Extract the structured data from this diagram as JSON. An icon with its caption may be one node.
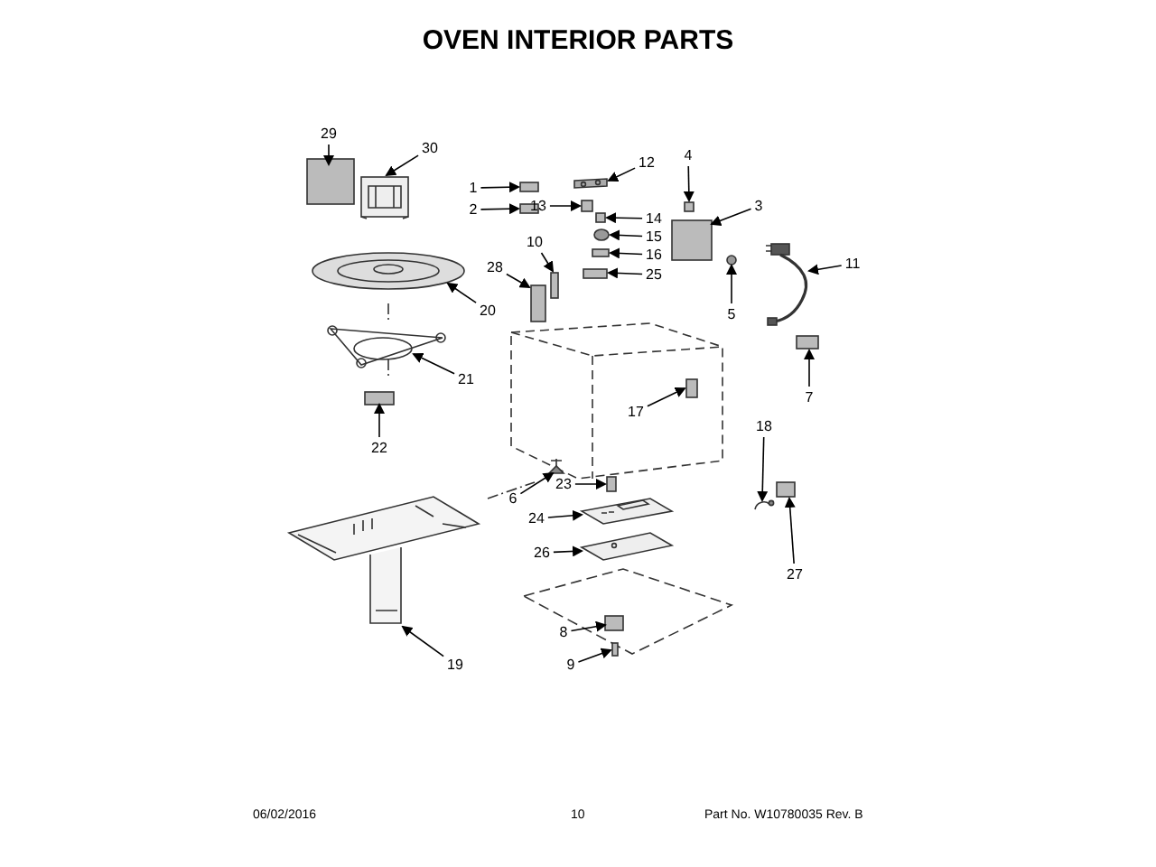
{
  "diagram": {
    "title": "OVEN INTERIOR PARTS",
    "nodes": [
      {
        "text": [
          "1"
        ]
      },
      {
        "text": [
          "2"
        ]
      },
      {
        "text": [
          "3"
        ]
      },
      {
        "text": [
          "4"
        ]
      },
      {
        "text": [
          "5"
        ]
      },
      {
        "text": [
          "6"
        ]
      },
      {
        "text": [
          "7"
        ]
      },
      {
        "text": [
          "8"
        ]
      },
      {
        "text": [
          "9"
        ]
      },
      {
        "text": [
          "10"
        ]
      },
      {
        "text": [
          "11"
        ]
      },
      {
        "text": [
          "12"
        ]
      },
      {
        "text": [
          "13"
        ]
      },
      {
        "text": [
          "14"
        ]
      },
      {
        "text": [
          "15"
        ]
      },
      {
        "text": [
          "16"
        ]
      },
      {
        "text": [
          "17"
        ]
      },
      {
        "text": [
          "18"
        ]
      },
      {
        "text": [
          "19"
        ]
      },
      {
        "text": [
          "20"
        ]
      },
      {
        "text": [
          "21"
        ]
      },
      {
        "text": [
          "22"
        ]
      },
      {
        "text": [
          "23"
        ]
      },
      {
        "text": [
          "24"
        ]
      },
      {
        "text": [
          "25"
        ]
      },
      {
        "text": [
          "26"
        ]
      },
      {
        "text": [
          "27"
        ]
      },
      {
        "text": [
          "28"
        ]
      },
      {
        "text": [
          "29"
        ]
      },
      {
        "text": [
          "30"
        ]
      },
      {
        "text": [],
        "shape": "box"
      },
      {
        "text": [],
        "shape": "box"
      },
      {
        "text": [],
        "shape": "box"
      },
      {
        "text": [],
        "shape": "box"
      },
      {
        "text": [],
        "shape": "circle"
      },
      {
        "text": [],
        "shape": "picture"
      },
      {
        "text": [],
        "shape": "box"
      },
      {
        "text": [],
        "shape": "box"
      },
      {
        "text": [],
        "shape": "box"
      },
      {
        "text": [],
        "shape": "box"
      },
      {
        "text": [],
        "shape": "picture"
      },
      {
        "text": [],
        "shape": "picture"
      },
      {
        "text": [],
        "shape": "box"
      },
      {
        "text": [],
        "shape": "box"
      },
      {
        "text": [],
        "shape": "circle"
      },
      {
        "text": [],
        "shape": "box"
      },
      {
        "text": [],
        "shape": "box"
      },
      {
        "text": [],
        "shape": "picture"
      },
      {
        "text": [],
        "shape": "picture"
      },
      {
        "text": [],
        "shape": "picture"
      },
      {
        "text": [],
        "shape": "picture"
      },
      {
        "text": [],
        "shape": "box"
      },
      {
        "text": [],
        "shape": "box"
      },
      {
        "text": [],
        "shape": "picture"
      },
      {
        "text": [],
        "shape": "box"
      },
      {
        "text": [],
        "shape": "picture"
      },
      {
        "text": [],
        "shape": "box"
      },
      {
        "text": [],
        "shape": "box"
      },
      {
        "text": [],
        "shape": "box"
      },
      {
        "text": [],
        "shape": "picture"
      }
    ],
    "edges": [
      {
        "from": 0,
        "to": 30,
        "arrow": "to"
      },
      {
        "from": 1,
        "to": 31,
        "arrow": "to"
      },
      {
        "from": 2,
        "to": 32,
        "arrow": "to"
      },
      {
        "from": 3,
        "to": 33,
        "arrow": "to"
      },
      {
        "from": 4,
        "to": 34,
        "arrow": "to"
      },
      {
        "from": 5,
        "to": 35,
        "arrow": "to"
      },
      {
        "from": 6,
        "to": 36,
        "arrow": "to"
      },
      {
        "from": 7,
        "to": 37,
        "arrow": "to"
      },
      {
        "from": 8,
        "to": 38,
        "arrow": "to"
      },
      {
        "from": 9,
        "to": 39,
        "arrow": "to"
      },
      {
        "from": 10,
        "to": 40,
        "arrow": "to"
      },
      {
        "from": 11,
        "to": 41,
        "arrow": "to"
      },
      {
        "from": 12,
        "to": 42,
        "arrow": "to"
      },
      {
        "from": 13,
        "to": 43,
        "arrow": "to"
      },
      {
        "from": 14,
        "to": 44,
        "arrow": "to"
      },
      {
        "from": 15,
        "to": 45,
        "arrow": "to"
      },
      {
        "from": 16,
        "to": 46,
        "arrow": "to"
      },
      {
        "from": 17,
        "to": 47,
        "arrow": "to"
      },
      {
        "from": 18,
        "to": 48,
        "arrow": "to"
      },
      {
        "from": 19,
        "to": 49,
        "arrow": "to"
      },
      {
        "from": 20,
        "to": 50,
        "arrow": "to"
      },
      {
        "from": 21,
        "to": 51,
        "arrow": "to"
      },
      {
        "from": 22,
        "to": 52,
        "arrow": "to"
      },
      {
        "from": 23,
        "to": 53,
        "arrow": "to"
      },
      {
        "from": 24,
        "to": 54,
        "arrow": "to"
      },
      {
        "from": 25,
        "to": 55,
        "arrow": "to"
      },
      {
        "from": 26,
        "to": 56,
        "arrow": "to"
      },
      {
        "from": 27,
        "to": 57,
        "arrow": "to"
      },
      {
        "from": 28,
        "to": 58,
        "arrow": "to"
      },
      {
        "from": 29,
        "to": 59,
        "arrow": "to"
      }
    ],
    "labels": [
      "06/02/2016",
      "10",
      "Part No. W10780035  Rev. B"
    ]
  }
}
